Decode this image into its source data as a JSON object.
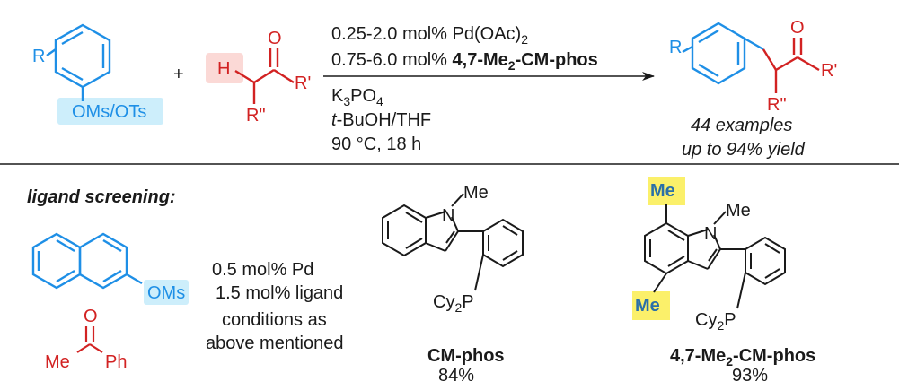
{
  "colors": {
    "aryl": "#1e8fe6",
    "ketone": "#d22222",
    "text": "#1a1a1a",
    "leaving_group_highlight": "#cdeefb",
    "h_highlight": "#fbd9d6",
    "methyl_highlight": "#fbf06a",
    "methyl_text": "#2a6fa8"
  },
  "reaction": {
    "aryl_substituent": "R",
    "leaving_group": "OMs/OTs",
    "plus": "+",
    "ketone_h": "H",
    "ketone_r1": "R'",
    "ketone_r2": "R\"",
    "ketone_o": "O",
    "catalyst_line1_amount": "0.25-2.0 mol% Pd(OAc)",
    "catalyst_line1_sub": "2",
    "catalyst_line2_amount": "0.75-6.0 mol%",
    "catalyst_line2_ligand": "4,7-Me",
    "catalyst_line2_ligand_sub": "2",
    "catalyst_line2_ligand_tail": "-CM-phos",
    "base": "K",
    "base_sub": "3",
    "base_tail": "PO",
    "base_tail_sub": "4",
    "solvent_prefix": "t",
    "solvent_tail": "-BuOH/THF",
    "temperature_time": "90 °C, 18 h",
    "product_r": "R",
    "product_r1": "R'",
    "product_r2": "R\"",
    "product_o": "O",
    "examples": "44 examples",
    "yield": "up to 94% yield"
  },
  "screening": {
    "heading": "ligand screening:",
    "substrate_lg": "OMs",
    "ketone_me": "Me",
    "ketone_ph": "Ph",
    "ketone_o": "O",
    "pd_loading": "0.5 mol% Pd",
    "ligand_loading": "1.5 mol% ligand",
    "conditions_line1": "conditions as",
    "conditions_line2": "above mentioned",
    "ligand1": {
      "n_methyl": "Me",
      "phosphine_cy": "Cy",
      "phosphine_sub": "2",
      "phosphine_p": "P",
      "name": "CM-phos",
      "yield": "84%"
    },
    "ligand2": {
      "methyl_top": "Me",
      "methyl_bottom": "Me",
      "n_methyl": "Me",
      "phosphine_cy": "Cy",
      "phosphine_sub": "2",
      "phosphine_p": "P",
      "name_prefix": "4,7-Me",
      "name_sub": "2",
      "name_tail": "-CM-phos",
      "yield": "93%"
    }
  }
}
